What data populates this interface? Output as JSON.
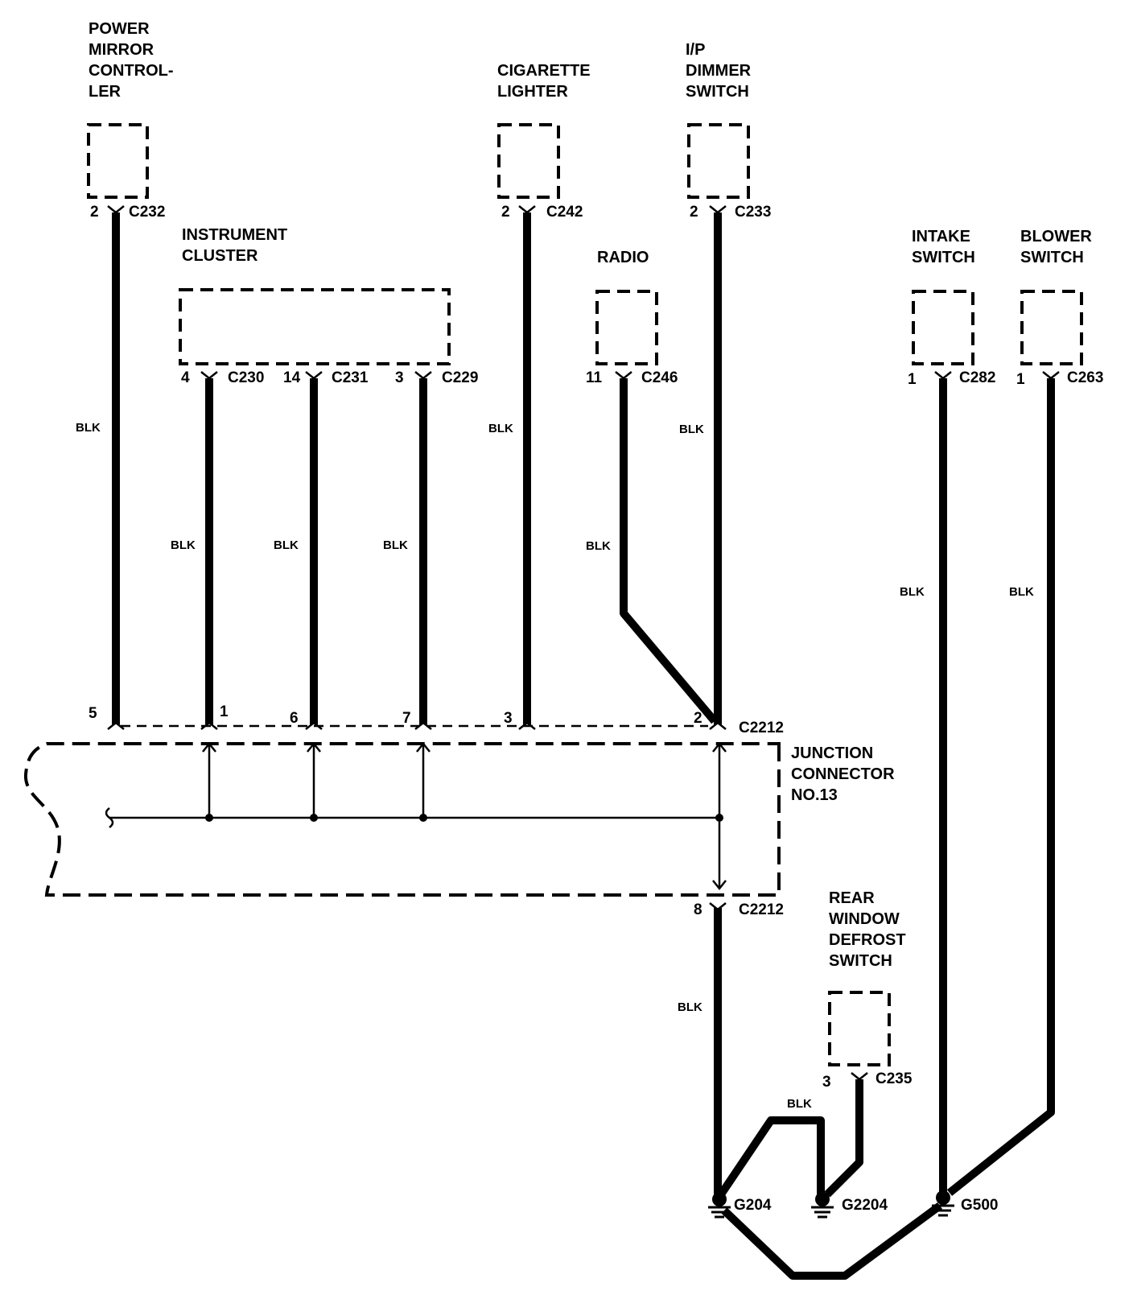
{
  "components": {
    "power_mirror": {
      "label": [
        "POWER",
        "MIRROR",
        "CONTROL-",
        "LER"
      ],
      "pin": "2",
      "connector": "C232"
    },
    "instrument_cluster": {
      "label": [
        "INSTRUMENT",
        "CLUSTER"
      ],
      "pins": [
        {
          "pin": "4",
          "connector": "C230"
        },
        {
          "pin": "14",
          "connector": "C231"
        },
        {
          "pin": "3",
          "connector": "C229"
        }
      ]
    },
    "cigarette_lighter": {
      "label": [
        "CIGARETTE",
        "LIGHTER"
      ],
      "pin": "2",
      "connector": "C242"
    },
    "radio": {
      "label": [
        "RADIO"
      ],
      "pin": "11",
      "connector": "C246"
    },
    "ip_dimmer": {
      "label": [
        "I/P",
        "DIMMER",
        "SWITCH"
      ],
      "pin": "2",
      "connector": "C233"
    },
    "intake_switch": {
      "label": [
        "INTAKE",
        "SWITCH"
      ],
      "pin": "1",
      "connector": "C282"
    },
    "blower_switch": {
      "label": [
        "BLOWER",
        "SWITCH"
      ],
      "pin": "1",
      "connector": "C263"
    },
    "rear_defrost": {
      "label": [
        "REAR",
        "WINDOW",
        "DEFROST",
        "SWITCH"
      ],
      "pin": "3",
      "connector": "C235"
    }
  },
  "wire_color": "BLK",
  "junction": {
    "label": [
      "JUNCTION",
      "CONNECTOR",
      "NO.13"
    ],
    "top_connector": "C2212",
    "bottom_connector": "C2212",
    "top_pins": [
      "5",
      "1",
      "6",
      "7",
      "3",
      "2"
    ],
    "bottom_pin": "8"
  },
  "grounds": [
    "G204",
    "G2204",
    "G500"
  ]
}
